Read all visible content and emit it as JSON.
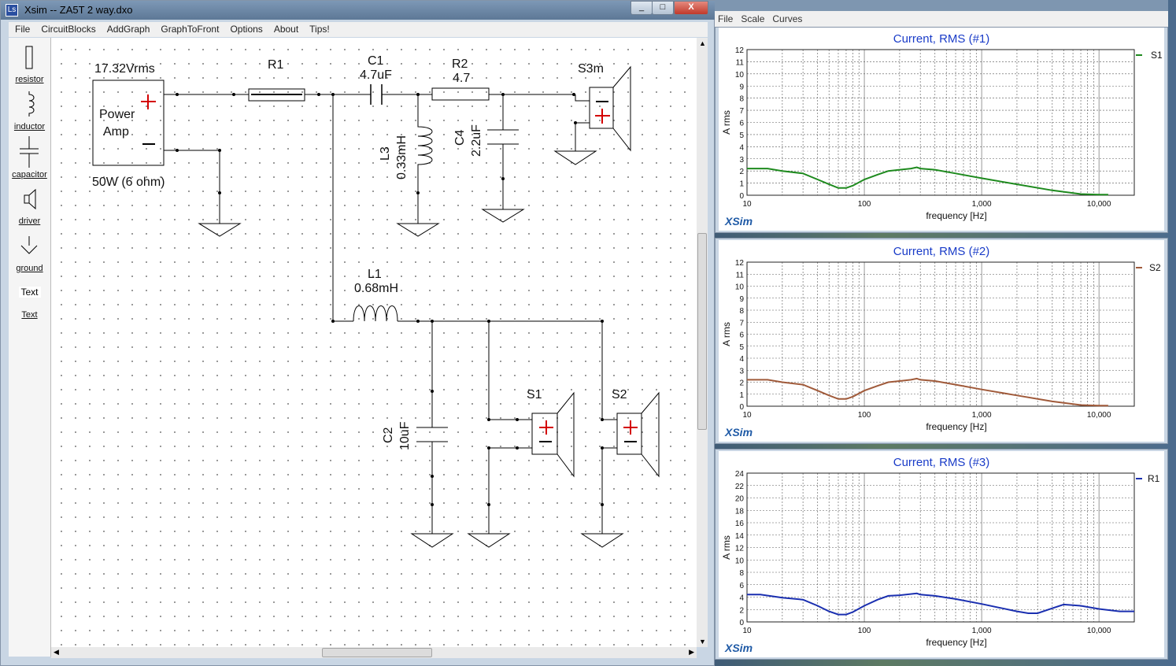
{
  "window": {
    "title": "Xsim -- ZA5T 2 way.dxo",
    "controls": {
      "minimize": "_",
      "maximize": "□",
      "close": "X"
    }
  },
  "menu": [
    "File",
    "CircuitBlocks",
    "AddGraph",
    "GraphToFront",
    "Options",
    "About",
    "Tips!"
  ],
  "palette": [
    {
      "label": "resistor",
      "icon": "resistor-icon"
    },
    {
      "label": "inductor",
      "icon": "inductor-icon"
    },
    {
      "label": "capacitor",
      "icon": "capacitor-icon"
    },
    {
      "label": "driver",
      "icon": "driver-icon"
    },
    {
      "label": "ground",
      "icon": "ground-icon"
    },
    {
      "label": "Text",
      "icon": "text-icon"
    },
    {
      "label": "Text",
      "icon": "text-label"
    }
  ],
  "schematic": {
    "amp": {
      "voltage": "17.32Vrms",
      "name_line1": "Power",
      "name_line2": "Amp",
      "rating": "50W (6 ohm)"
    },
    "r1": {
      "name": "R1"
    },
    "c1": {
      "name": "C1",
      "value": "4.7uF"
    },
    "r2": {
      "name": "R2",
      "value": "4.7"
    },
    "s3m": {
      "name": "S3m"
    },
    "l3": {
      "name": "L3",
      "value": "0.33mH"
    },
    "c4": {
      "name": "C4",
      "value": "2.2uF"
    },
    "l1": {
      "name": "L1",
      "value": "0.68mH"
    },
    "c2": {
      "name": "C2",
      "value": "10uF"
    },
    "s1": {
      "name": "S1"
    },
    "s2": {
      "name": "S2"
    }
  },
  "graph_menu": [
    "File",
    "Scale",
    "Curves"
  ],
  "colors": {
    "accent": "#1a3cc8",
    "s1": "#1e8a1e",
    "s2": "#a05a3a",
    "r1": "#1a2fb0"
  },
  "chart_data": [
    {
      "type": "line",
      "title": "Current, RMS (#1)",
      "xlabel": "frequency [Hz]",
      "ylabel": "A rms",
      "x_scale": "log",
      "xlim": [
        10,
        20000
      ],
      "ylim": [
        0,
        12
      ],
      "x_ticks": [
        "10",
        "100",
        "1,000",
        "10,000"
      ],
      "y_ticks": [
        "0",
        "1",
        "2",
        "3",
        "4",
        "5",
        "6",
        "7",
        "8",
        "9",
        "10",
        "11",
        "12"
      ],
      "legend": "top-right",
      "brand": "XSim",
      "series": [
        {
          "name": "S1",
          "color": "#1e8a1e",
          "x": [
            10,
            15,
            20,
            30,
            40,
            50,
            60,
            70,
            80,
            100,
            130,
            160,
            200,
            250,
            280,
            300,
            400,
            600,
            1000,
            2000,
            4000,
            7000,
            10000,
            12000
          ],
          "y": [
            2.2,
            2.2,
            2.0,
            1.8,
            1.3,
            0.9,
            0.6,
            0.6,
            0.8,
            1.3,
            1.7,
            2.0,
            2.1,
            2.2,
            2.3,
            2.2,
            2.1,
            1.8,
            1.4,
            0.9,
            0.4,
            0.1,
            0.05,
            0.05
          ]
        }
      ]
    },
    {
      "type": "line",
      "title": "Current, RMS (#2)",
      "xlabel": "frequency [Hz]",
      "ylabel": "A rms",
      "x_scale": "log",
      "xlim": [
        10,
        20000
      ],
      "ylim": [
        0,
        12
      ],
      "x_ticks": [
        "10",
        "100",
        "1,000",
        "10,000"
      ],
      "y_ticks": [
        "0",
        "1",
        "2",
        "3",
        "4",
        "5",
        "6",
        "7",
        "8",
        "9",
        "10",
        "11",
        "12"
      ],
      "legend": "top-right",
      "brand": "XSim",
      "series": [
        {
          "name": "S2",
          "color": "#a05a3a",
          "x": [
            10,
            15,
            20,
            30,
            40,
            50,
            60,
            70,
            80,
            100,
            130,
            160,
            200,
            250,
            280,
            300,
            400,
            600,
            1000,
            2000,
            4000,
            7000,
            10000,
            12000
          ],
          "y": [
            2.2,
            2.2,
            2.0,
            1.8,
            1.3,
            0.9,
            0.6,
            0.6,
            0.8,
            1.3,
            1.7,
            2.0,
            2.1,
            2.2,
            2.3,
            2.2,
            2.1,
            1.8,
            1.4,
            0.9,
            0.4,
            0.1,
            0.05,
            0.05
          ]
        }
      ]
    },
    {
      "type": "line",
      "title": "Current, RMS (#3)",
      "xlabel": "frequency [Hz]",
      "ylabel": "A rms",
      "x_scale": "log",
      "xlim": [
        10,
        20000
      ],
      "ylim": [
        0,
        24
      ],
      "x_ticks": [
        "10",
        "100",
        "1,000",
        "10,000"
      ],
      "y_ticks": [
        "0",
        "2",
        "4",
        "6",
        "8",
        "10",
        "12",
        "14",
        "16",
        "18",
        "20",
        "22",
        "24"
      ],
      "legend": "top-right",
      "brand": "XSim",
      "series": [
        {
          "name": "R1",
          "color": "#1a2fb0",
          "x": [
            10,
            13,
            20,
            30,
            40,
            50,
            60,
            70,
            80,
            100,
            130,
            160,
            200,
            280,
            300,
            400,
            600,
            1000,
            1500,
            2000,
            2500,
            3000,
            4000,
            5000,
            7000,
            10000,
            15000,
            20000
          ],
          "y": [
            4.4,
            4.4,
            3.9,
            3.6,
            2.6,
            1.7,
            1.2,
            1.2,
            1.6,
            2.6,
            3.6,
            4.2,
            4.3,
            4.6,
            4.4,
            4.2,
            3.7,
            2.9,
            2.2,
            1.7,
            1.4,
            1.4,
            2.2,
            2.8,
            2.6,
            2.1,
            1.7,
            1.7
          ]
        }
      ]
    }
  ]
}
